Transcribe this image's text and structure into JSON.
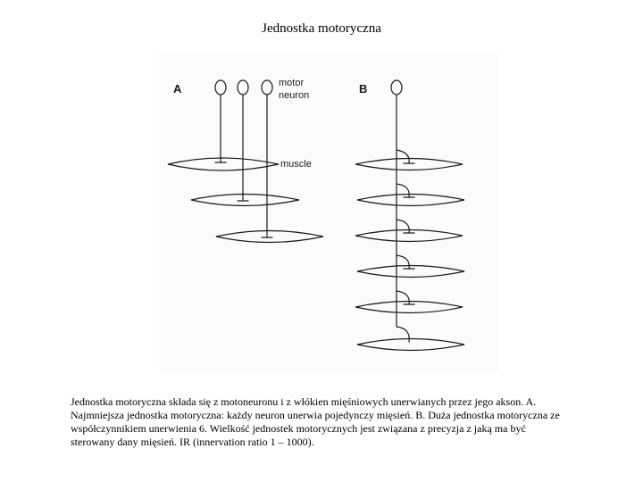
{
  "slide": {
    "title": "Jednostka motoryczna",
    "caption": "Jednostka motoryczna składa się z motoneuronu i z włókien mięśniowych unerwianych przez jego akson. A. Najmniejsza jednostka motoryczna: każdy neuron unerwia pojedynczy mięsień. B. Duża jednostka motoryczna ze współczynnikiem unerwienia 6. Wielkość jednostek motorycznych jest związana z precyzja z jaką ma być sterowany dany mięsień. IR (innervation ratio 1 – 1000)."
  },
  "figure": {
    "panel_a_label": "A",
    "panel_b_label": "B",
    "motor_neuron_line1": "motor",
    "motor_neuron_line2": "neuron",
    "muscle_label": "muscle",
    "panel_a_fibers": 3,
    "panel_b_fibers": 6
  },
  "colors": {
    "ink": "#1a1a1a",
    "background": "#fbfbfb"
  }
}
